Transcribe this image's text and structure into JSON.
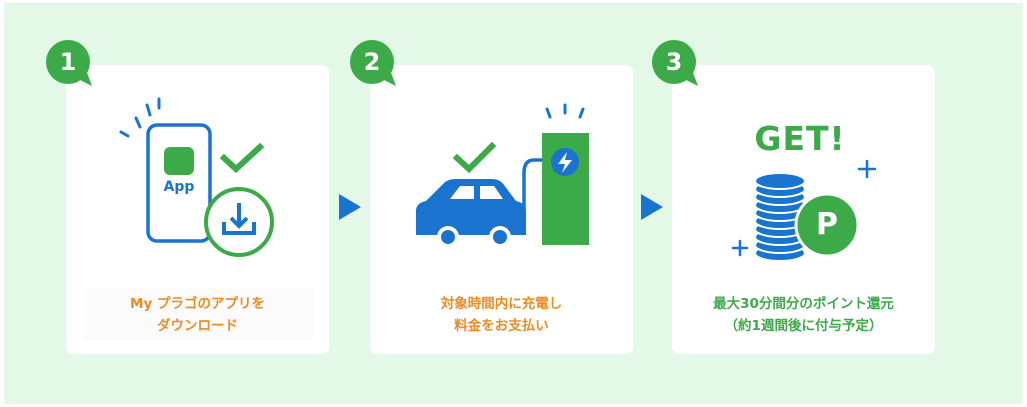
{
  "colors": {
    "background": "#e3f8e6",
    "badge_green": "#3caa48",
    "icon_blue": "#1a74cf",
    "caption_orange": "#ef8a1f",
    "caption_green": "#3caa48"
  },
  "steps": [
    {
      "number": "1",
      "icon": "phone-app-download-icon",
      "app_label": "App",
      "caption_line1": "My プラゴのアプリを",
      "caption_line2": "ダウンロード"
    },
    {
      "number": "2",
      "icon": "car-charging-icon",
      "caption_line1": "対象時間内に充電し",
      "caption_line2": "料金をお支払い"
    },
    {
      "number": "3",
      "icon": "get-points-coins-icon",
      "get_label": "GET!",
      "point_label": "P",
      "caption_line1": "最大30分間分のポイント還元",
      "caption_line2": "（約1週間後に付与予定）"
    }
  ],
  "arrows": [
    "arrow-right-icon",
    "arrow-right-icon"
  ]
}
